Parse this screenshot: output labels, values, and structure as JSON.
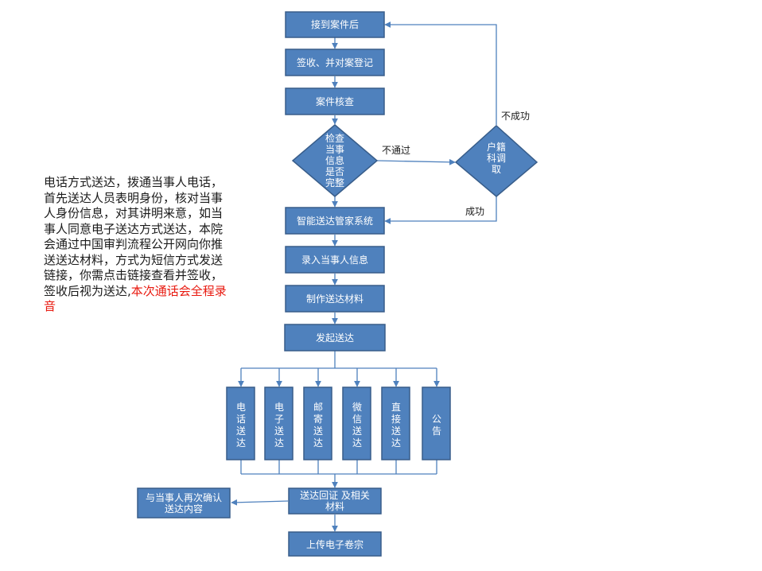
{
  "note": {
    "text": "电话方式送达，拨通当事人电话，首先送达人员表明身份，核对当事人身份信息，对其讲明来意，如当事人同意电子送达方式送达，本院会通过中国审判流程公开网向你推送送达材料，方式为短信方式发送链接，你需点击链接查看并签收，签收后视为送达,",
    "highlight": "本次通话会全程录音"
  },
  "steps": {
    "receive": "接到案件后",
    "register": "签收、并对案登记",
    "verify": "案件核查",
    "check_lines": [
      "检查",
      "当事",
      "信息",
      "是否",
      "完整"
    ],
    "household_lines": [
      "户籍",
      "科调",
      "取"
    ],
    "system": "智能送达管家系统",
    "input": "录入当事人信息",
    "make": "制作送达材料",
    "start": "发起送达",
    "receipt_lines": [
      "送达回证 及相关",
      "材料"
    ],
    "upload": "上传电子卷宗",
    "confirm_lines": [
      "与当事人再次确认",
      "送达内容"
    ]
  },
  "labels": {
    "fail_pass": "不通过",
    "fail": "不成功",
    "success": "成功"
  },
  "methods": [
    {
      "id": "phone",
      "chars": [
        "电",
        "话",
        "送",
        "达"
      ]
    },
    {
      "id": "electronic",
      "chars": [
        "电",
        "子",
        "送",
        "达"
      ]
    },
    {
      "id": "mail",
      "chars": [
        "邮",
        "寄",
        "送",
        "达"
      ]
    },
    {
      "id": "wechat",
      "chars": [
        "微",
        "信",
        "送",
        "达"
      ]
    },
    {
      "id": "direct",
      "chars": [
        "直",
        "接",
        "送",
        "达"
      ]
    },
    {
      "id": "notice",
      "chars": [
        "公",
        "告"
      ]
    }
  ],
  "colors": {
    "box_fill": "#4f81bd",
    "box_stroke": "#385d8a",
    "arrow": "#4f81bd"
  }
}
